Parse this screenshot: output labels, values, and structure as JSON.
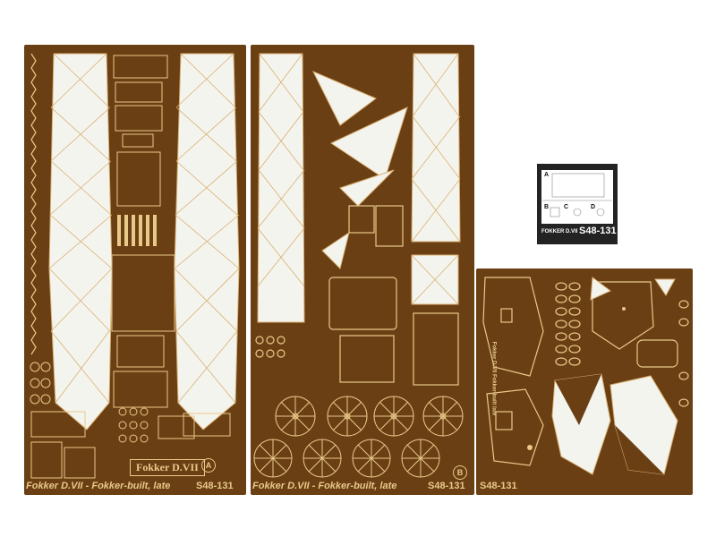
{
  "fret_a": {
    "caption": "Fokker D.VII - Fokker-built, late",
    "code": "S48-131",
    "letter": "A",
    "logo_text": "Fokker D.VII"
  },
  "fret_b": {
    "caption": "Fokker D.VII - Fokker-built, late",
    "code": "S48-131",
    "letter": "B"
  },
  "fret_c": {
    "code": "S48-131",
    "side_text": "Fokker D.VII Fokker-built late"
  },
  "packaging_thumbnail": {
    "letters": [
      "A",
      "B",
      "C",
      "D"
    ],
    "brand": "FOKKER D.VII",
    "code": "S48-131"
  },
  "colors": {
    "brass": "#6b3f14",
    "etch_highlight": "#e8c98a",
    "background": "#ffffff"
  }
}
